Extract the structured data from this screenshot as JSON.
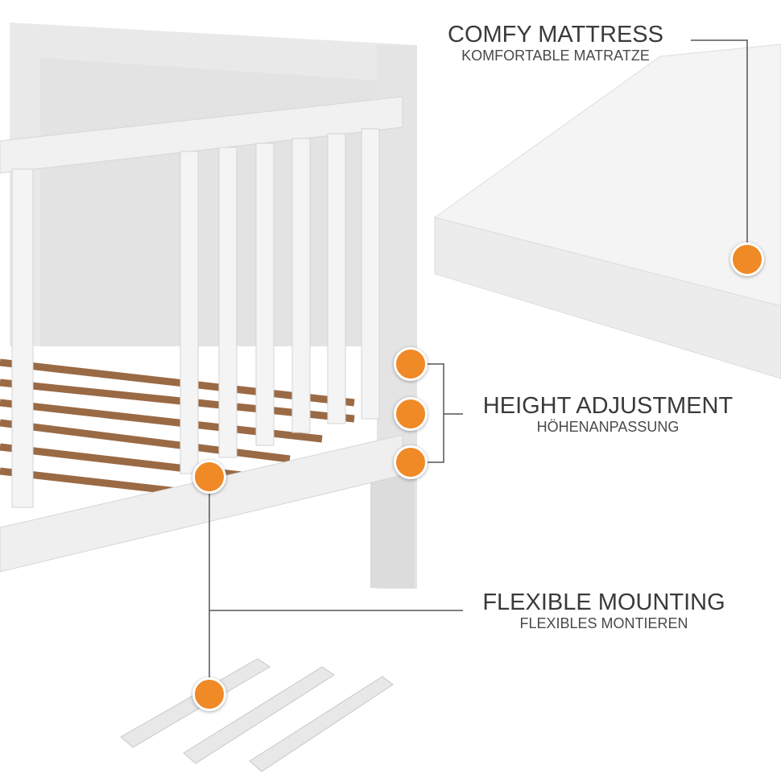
{
  "features": [
    {
      "title": "COMFY MATTRESS",
      "subtitle": "KOMFORTABLE MATRATZE"
    },
    {
      "title": "HEIGHT ADJUSTMENT",
      "subtitle": "HÖHENANPASSUNG"
    },
    {
      "title": "FLEXIBLE MOUNTING",
      "subtitle": "FLEXIBLES MONTIEREN"
    }
  ],
  "colors": {
    "accent": "#ef8a27",
    "text": "#3a3a3a",
    "line": "#555555",
    "bed": "#eeeeee",
    "slat": "#9a6a45"
  }
}
